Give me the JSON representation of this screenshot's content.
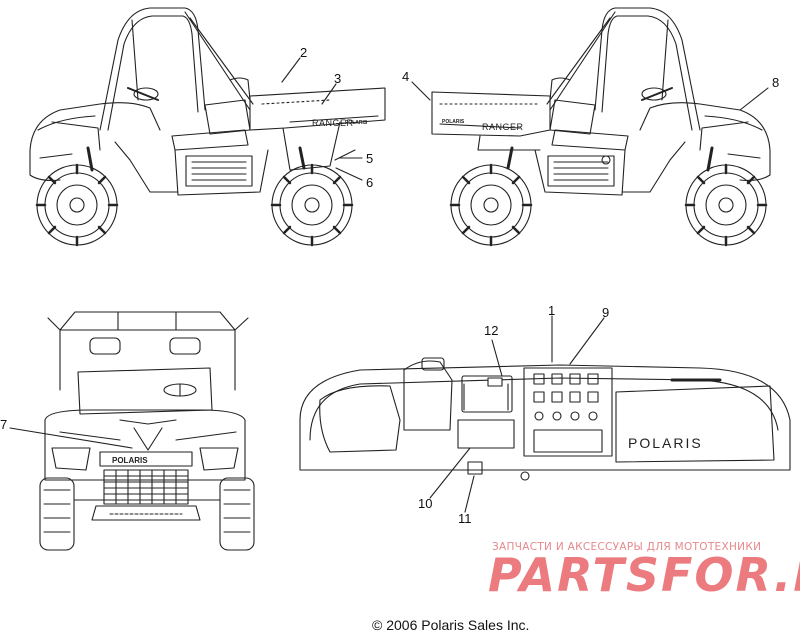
{
  "callouts": [
    {
      "id": "c2",
      "label": "2"
    },
    {
      "id": "c3",
      "label": "3"
    },
    {
      "id": "c4",
      "label": "4"
    },
    {
      "id": "c8",
      "label": "8"
    },
    {
      "id": "c5",
      "label": "5"
    },
    {
      "id": "c6",
      "label": "6"
    },
    {
      "id": "c7",
      "label": "7"
    },
    {
      "id": "c12",
      "label": "12"
    },
    {
      "id": "c1",
      "label": "1"
    },
    {
      "id": "c9",
      "label": "9"
    },
    {
      "id": "c10",
      "label": "10"
    },
    {
      "id": "c11",
      "label": "11"
    }
  ],
  "decals": {
    "ranger_left": "RANGER",
    "polaris_small_left": "POLARIS",
    "ranger_right": "RANGER",
    "polaris_small_right": "POLARIS",
    "front_grille_badge": "POLARIS",
    "dash_logo": "POLARIS"
  },
  "watermark": {
    "line1": "ЗАПЧАСТИ И АКСЕССУАРЫ ДЛЯ МОТОТЕХНИКИ",
    "line2": "PARTSFOR.RU"
  },
  "copyright": "© 2006 Polaris Sales Inc.",
  "colors": {
    "line": "#222222",
    "watermark": "#ec7b80"
  }
}
